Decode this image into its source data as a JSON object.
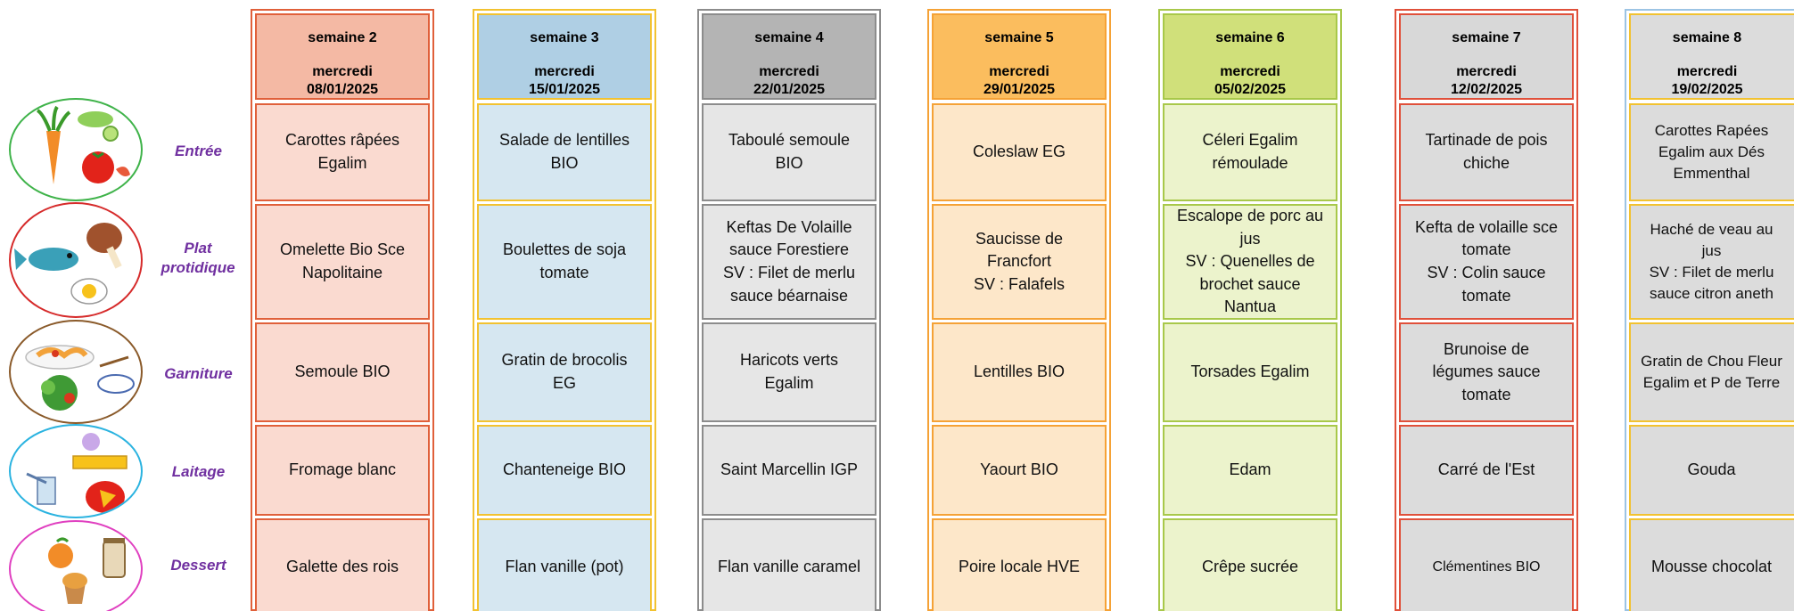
{
  "rows": [
    {
      "label": "Entrée",
      "icon": "vegetables-icon"
    },
    {
      "label": "Plat protidique",
      "icon": "fish-chicken-egg-icon"
    },
    {
      "label": "Garniture",
      "icon": "pasta-salad-rice-icon"
    },
    {
      "label": "Laitage",
      "icon": "cheese-milk-icon"
    },
    {
      "label": "Dessert",
      "icon": "fruit-cupcake-jar-icon"
    }
  ],
  "weeks": [
    {
      "week": "semaine 2",
      "day": "mercredi",
      "date": "08/01/2025",
      "colors": {
        "border": "#e0603a",
        "head": "#f4b9a4",
        "cell": "#fadad0"
      },
      "items": [
        "Carottes râpées\nEgalim",
        "Omelette Bio Sce\nNapolitaine",
        "Semoule BIO",
        "Fromage blanc",
        "Galette des rois"
      ]
    },
    {
      "week": "semaine 3",
      "day": "mercredi",
      "date": "15/01/2025",
      "colors": {
        "border": "#f2c230",
        "head": "#afcfe4",
        "cell": "#d6e7f1"
      },
      "items": [
        "Salade de lentilles\nBIO",
        "Boulettes de soja\ntomate",
        "Gratin de brocolis\nEG",
        "Chanteneige BIO",
        "Flan vanille (pot)"
      ]
    },
    {
      "week": "semaine 4",
      "day": "mercredi",
      "date": "22/01/2025",
      "colors": {
        "border": "#8c8c8c",
        "head": "#b4b4b4",
        "cell": "#e6e6e6"
      },
      "items": [
        "Taboulé semoule\nBIO",
        "Keftas De Volaille\nsauce Forestiere\nSV : Filet de merlu\nsauce béarnaise",
        "Haricots verts\nEgalim",
        "Saint Marcellin IGP",
        "Flan vanille caramel"
      ]
    },
    {
      "week": "semaine 5",
      "day": "mercredi",
      "date": "29/01/2025",
      "colors": {
        "border": "#f5a236",
        "head": "#fbbd5e",
        "cell": "#fde7c9"
      },
      "items": [
        "Coleslaw EG",
        "Saucisse de\nFrancfort\nSV : Falafels",
        "Lentilles BIO",
        "Yaourt BIO",
        "Poire locale HVE"
      ]
    },
    {
      "week": "semaine 6",
      "day": "mercredi",
      "date": "05/02/2025",
      "colors": {
        "border": "#a8c84a",
        "head": "#d0e07a",
        "cell": "#ecf3cc"
      },
      "items": [
        "Céleri Egalim\nrémoulade",
        "Escalope de porc au\njus\nSV : Quenelles de\nbrochet sauce\nNantua",
        "Torsades Egalim",
        "Edam",
        "Crêpe sucrée"
      ]
    },
    {
      "week": "semaine 7",
      "day": "mercredi",
      "date": "12/02/2025",
      "colors": {
        "border": "#e0503a",
        "head": "#d8d8d8",
        "cell": "#dcdcdc"
      },
      "items": [
        "Tartinade de pois\nchiche",
        "Kefta de volaille sce\ntomate\nSV : Colin sauce\ntomate",
        "Brunoise de\nlégumes sauce\ntomate",
        "Carré de l'Est",
        "Clémentines BIO"
      ]
    },
    {
      "week": "semaine 8",
      "day": "mercredi",
      "date": "19/02/2025",
      "colors": {
        "border": "#f2c230",
        "head": "#dcdcdc",
        "cell": "#dcdcdc"
      },
      "items": [
        "Carottes Rapées\nEgalim aux Dés\nEmmenthal",
        "Haché de veau au\njus\nSV : Filet de merlu\nsauce citron aneth",
        "Gratin de Chou Fleur\nEgalim et P de Terre",
        "Gouda",
        "Mousse chocolat"
      ]
    }
  ]
}
